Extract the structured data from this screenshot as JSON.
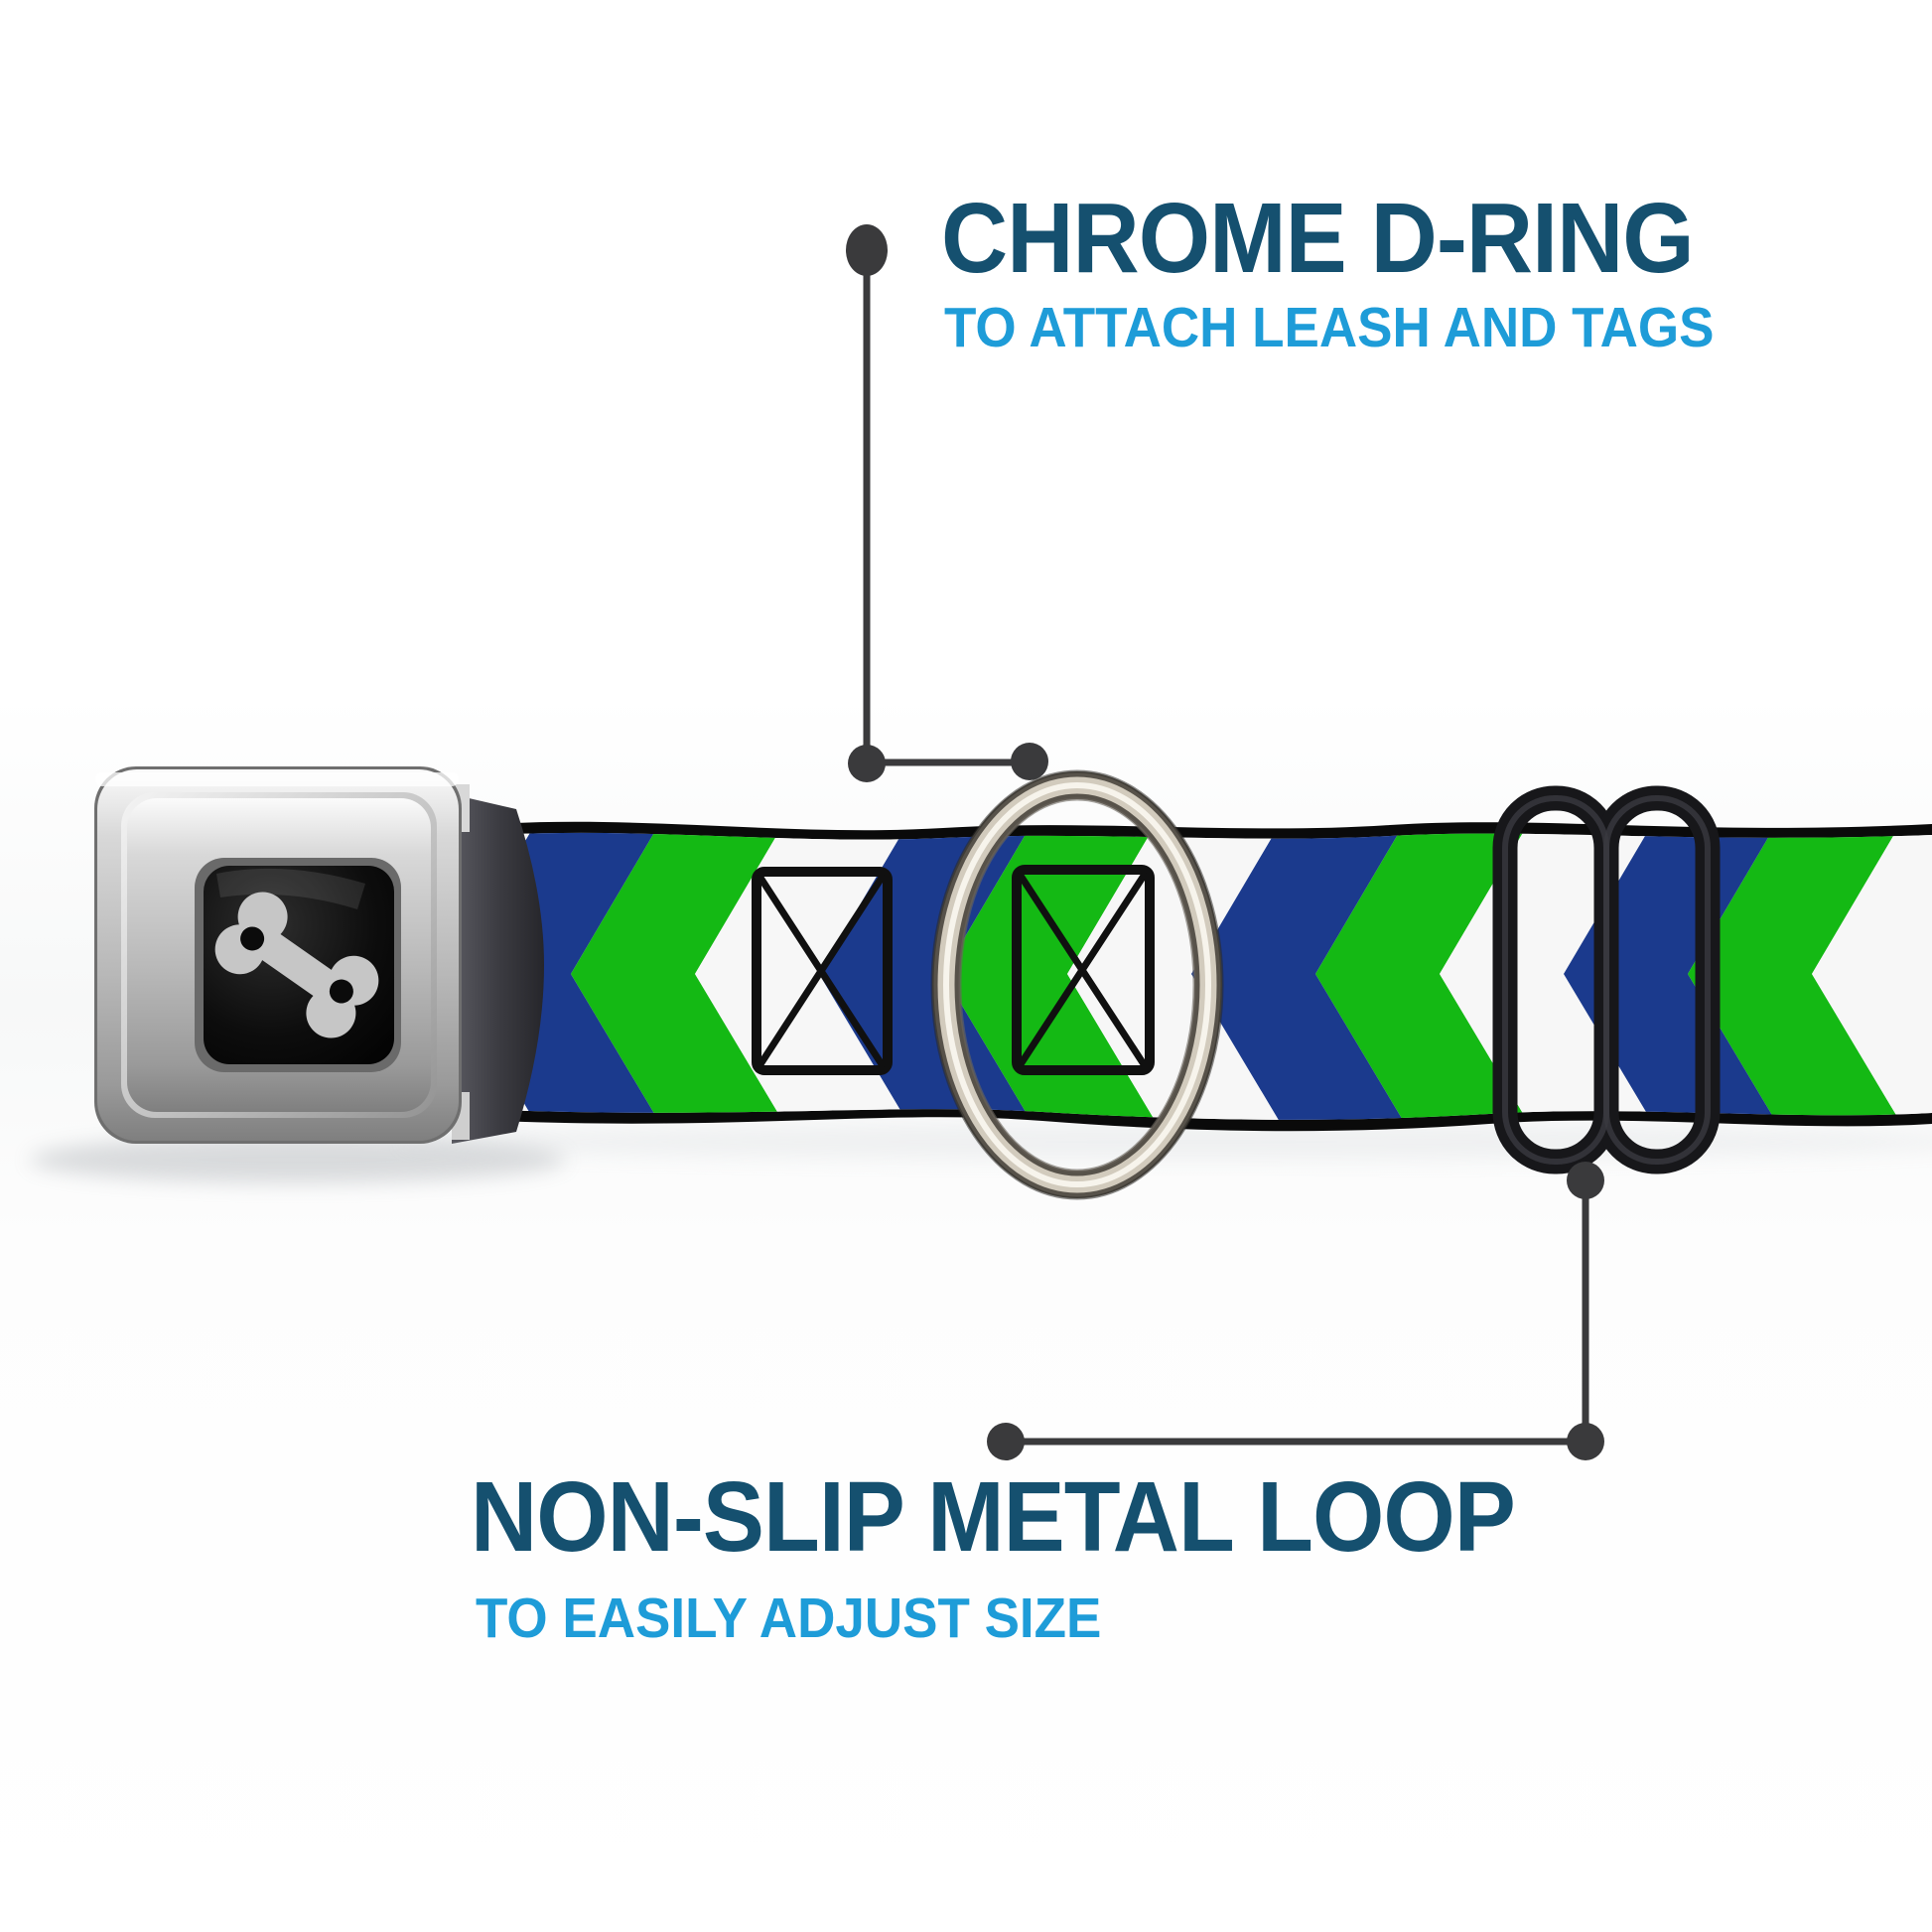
{
  "callouts": {
    "top": {
      "title": "CHROME D-RING",
      "subtitle": "TO ATTACH LEASH AND TAGS"
    },
    "bottom": {
      "title": "NON-SLIP METAL LOOP",
      "subtitle": "TO EASILY ADJUST SIZE"
    }
  },
  "colors": {
    "title": "#15506F",
    "subtitle": "#1E9CD8",
    "callout_line": "#3A3A3C",
    "webbing_navy": "#1B3A8D",
    "webbing_green": "#14B914",
    "webbing_white": "#F7F7F7",
    "belt_edge": "#0A0A0A",
    "stitch_black": "#101010",
    "buckle_center_black": "#070707",
    "bone_gray": "#C6C6C6",
    "slider_black": "#17171A",
    "ring_dark": "#57524A",
    "ring_light": "#D2CBBD",
    "ring_highlight": "#F7F4EC"
  }
}
